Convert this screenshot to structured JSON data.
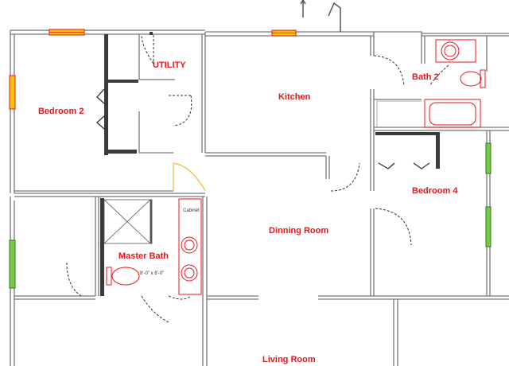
{
  "rooms": {
    "utility": "UTILITY",
    "bedroom2": "Bedroom 2",
    "kitchen": "Kitchen",
    "bath2": "Bath 2",
    "bedroom4": "Bedroom 4",
    "dinning_room": "Dinning Room",
    "master_bath": "Master Bath",
    "living_room": "Living Room"
  },
  "fixtures": {
    "cabinet": "Cabinet",
    "master_bath_size": "8'-0\" x 8'-0\""
  },
  "colors": {
    "wall": "#777777",
    "wall_dark": "#3a3a3a",
    "fixture": "#e8151b",
    "label": "#e8151b",
    "window_yellow": "#f4c20d",
    "window_green": "#7ac943",
    "door_swing": "#333333",
    "opening_door": "#f2b63c"
  }
}
